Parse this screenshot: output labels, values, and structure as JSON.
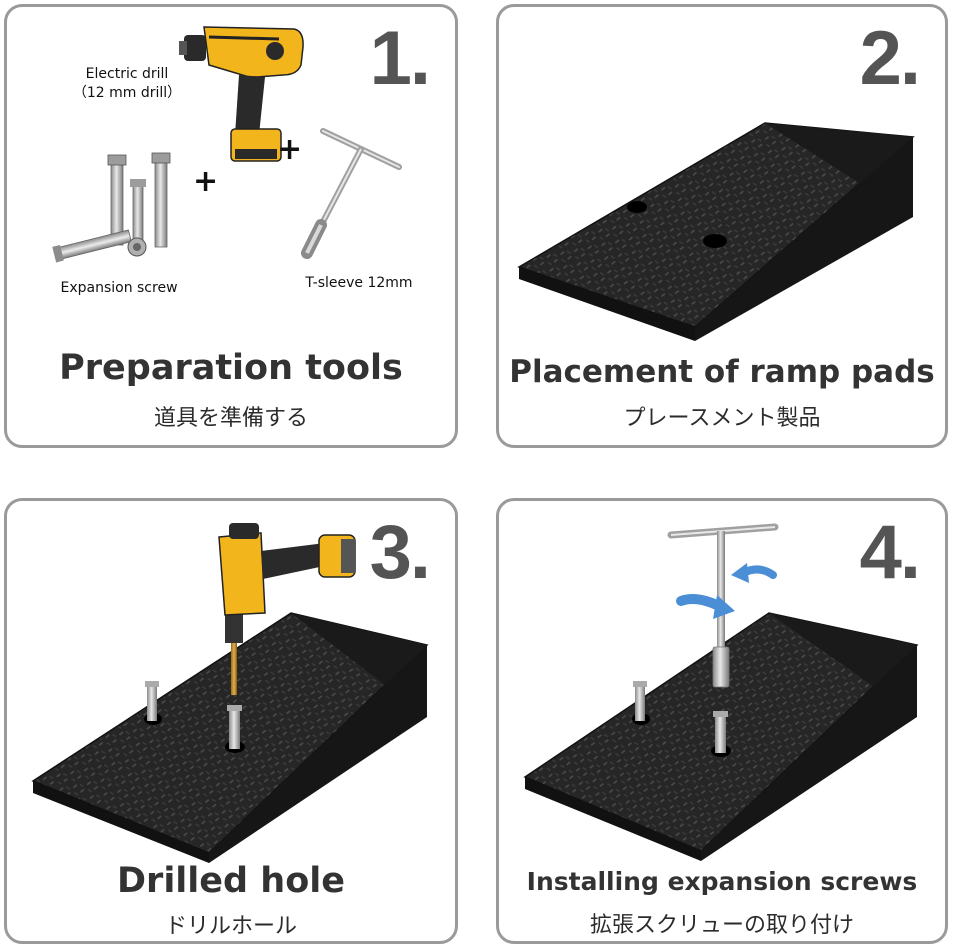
{
  "panels": [
    {
      "number": "1.",
      "title": "Preparation tools",
      "subtitle": "道具を準備する",
      "tools": {
        "drill_label_line1": "Electric drill",
        "drill_label_line2": "（12 mm drill）",
        "screw_label": "Expansion screw",
        "sleeve_label": "T-sleeve 12mm",
        "plus": "+"
      }
    },
    {
      "number": "2.",
      "title": "Placement of ramp pads",
      "subtitle": "プレースメント製品"
    },
    {
      "number": "3.",
      "title": "Drilled hole",
      "subtitle": "ドリルホール"
    },
    {
      "number": "4.",
      "title": "Installing expansion screws",
      "subtitle": "拡張スクリューの取り付け"
    }
  ],
  "colors": {
    "border": "#9a9a9a",
    "number": "#545454",
    "ramp": "#1e1e1e",
    "drill_body": "#f2b51c",
    "arrow": "#4a8fd6"
  }
}
